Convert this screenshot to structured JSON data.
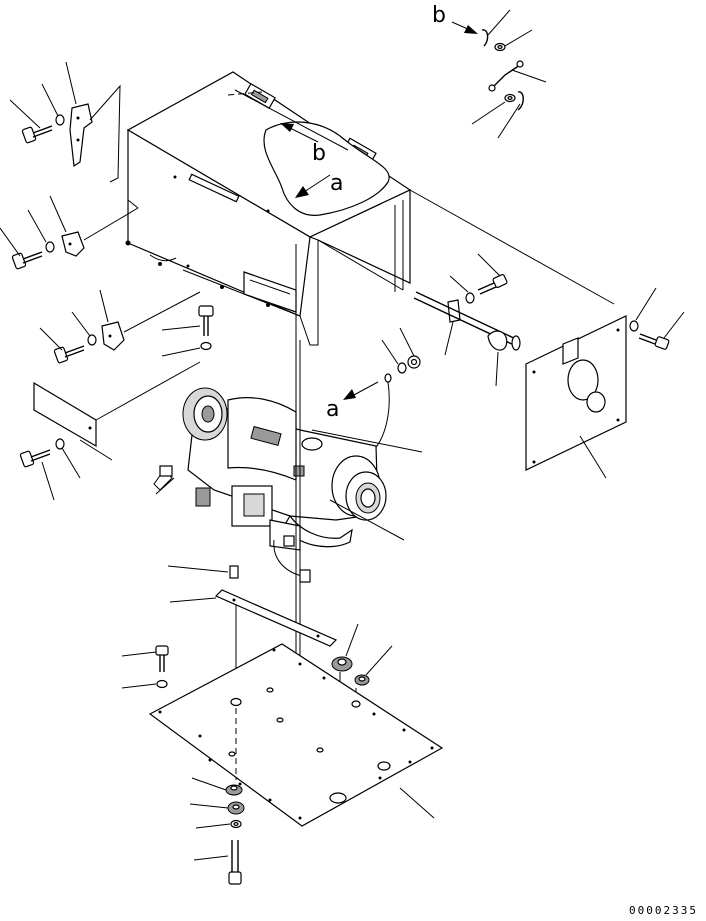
{
  "callouts": {
    "top_arrow_b": "b",
    "cover_b": "b",
    "cover_a": "a",
    "heater_a": "a"
  },
  "document_number": "00002335"
}
